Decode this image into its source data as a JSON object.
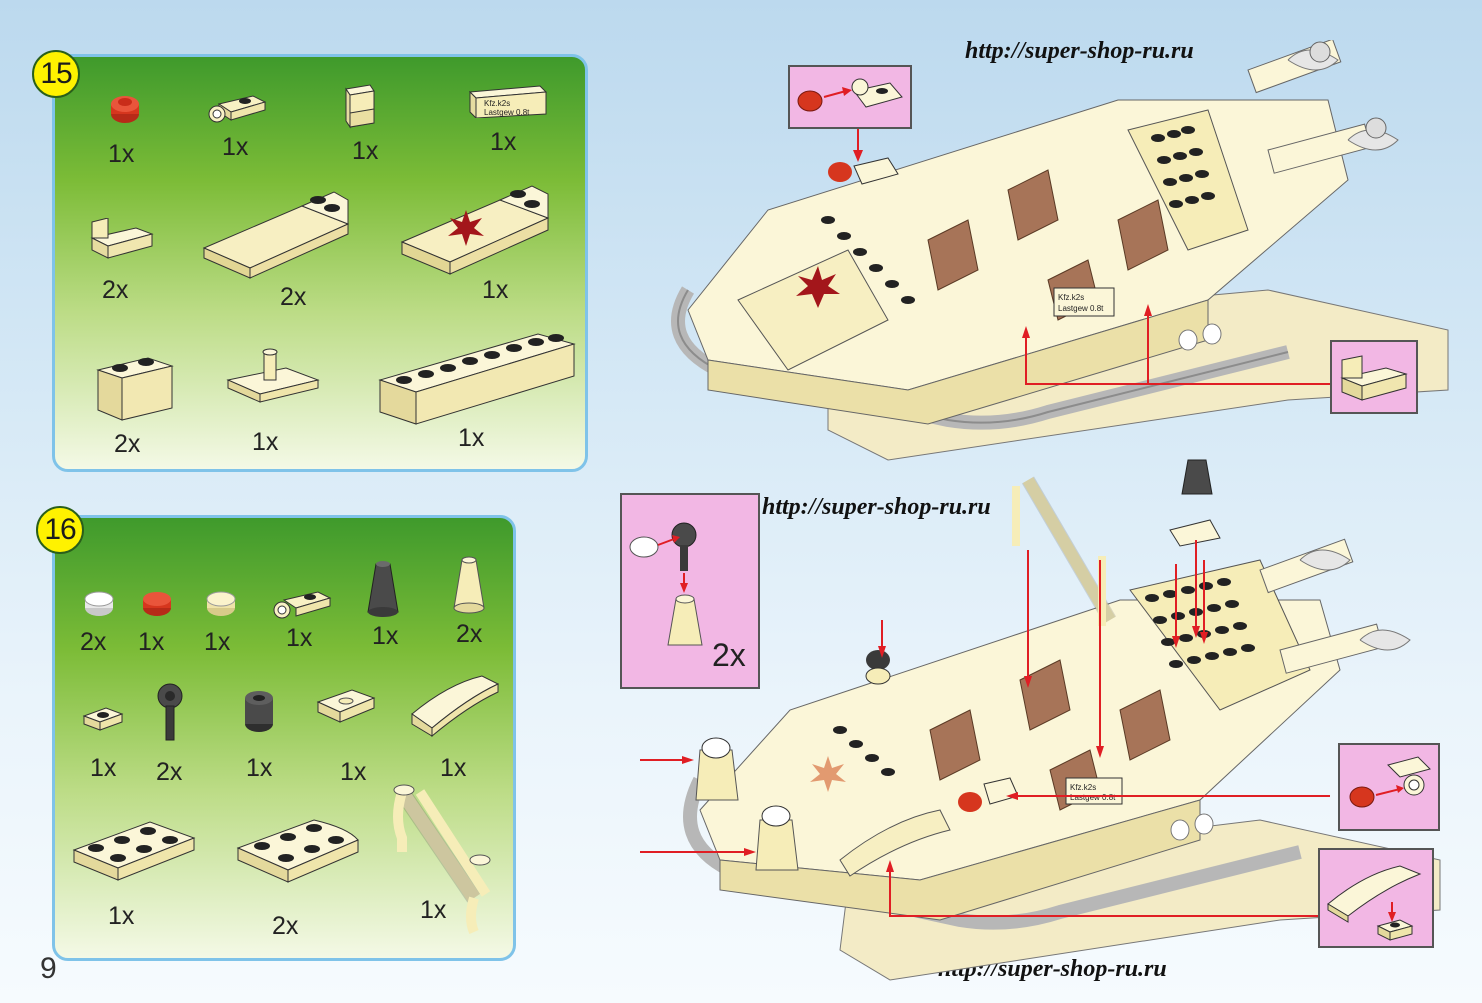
{
  "page": {
    "number": "9"
  },
  "watermark": {
    "url": "http://super-shop-ru.ru"
  },
  "step15": {
    "number": "15",
    "quantities": [
      "1x",
      "1x",
      "1x",
      "1x",
      "2x",
      "2x",
      "1x",
      "2x",
      "1x",
      "1x"
    ],
    "sign_text_line1": "Kfz.k2s",
    "sign_text_line2": "Lastgew 0.8t"
  },
  "step16": {
    "number": "16",
    "quantities": [
      "2x",
      "1x",
      "1x",
      "1x",
      "1x",
      "2x",
      "1x",
      "2x",
      "1x",
      "1x",
      "1x",
      "1x",
      "2x",
      "1x"
    ]
  },
  "assembly": {
    "boat_sign_line1": "Kfz.k2s",
    "boat_sign_line2": "Lastgew 0.8t",
    "callout_multiplier": "2x"
  },
  "colors": {
    "brick_tan": "#f6edb8",
    "brick_red": "#d6361e",
    "brick_dark_gray": "#4a4a4a",
    "brick_brown": "#a77458",
    "callout_pink": "#f2b7e4",
    "arrow_red": "#e01e24",
    "badge_yellow": "#fff200"
  }
}
